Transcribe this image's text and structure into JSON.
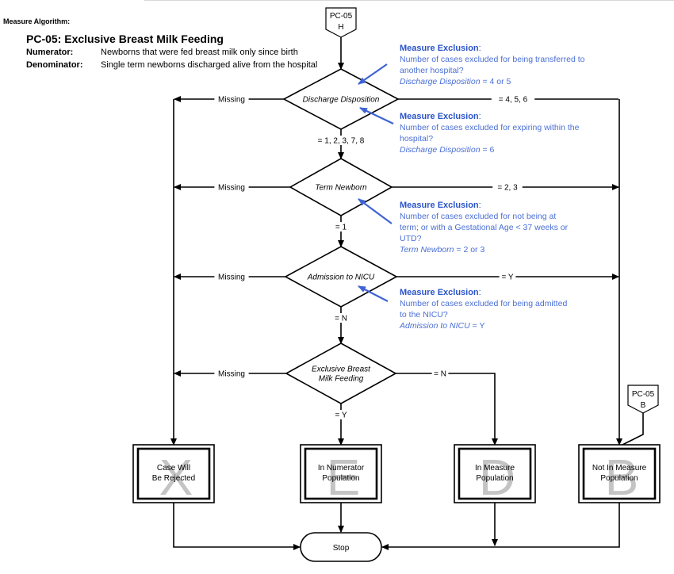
{
  "header": {
    "algorithm_label": "Measure Algorithm:",
    "measure_title": "PC-05:  Exclusive Breast Milk Feeding",
    "numerator_label": "Numerator:",
    "numerator_text": "Newborns that were fed breast milk only since birth",
    "denominator_label": "Denominator:",
    "denominator_text": "Single term newborns discharged alive from the hospital"
  },
  "connectors": {
    "top": {
      "line1": "PC-05",
      "line2": "H"
    },
    "right": {
      "line1": "PC-05",
      "line2": "B"
    }
  },
  "decisions": [
    {
      "label_lines": [
        "Discharge Disposition"
      ],
      "missing": "Missing",
      "right_edge": "= 4, 5, 6",
      "down_edge": "= 1, 2, 3, 7, 8"
    },
    {
      "label_lines": [
        "Term Newborn"
      ],
      "missing": "Missing",
      "right_edge": "= 2, 3",
      "down_edge": "= 1"
    },
    {
      "label_lines": [
        "Admission to NICU"
      ],
      "missing": "Missing",
      "right_edge": "= Y",
      "down_edge": "= N"
    },
    {
      "label_lines": [
        "Exclusive Breast",
        "Milk Feeding"
      ],
      "missing": "Missing",
      "right_edge": "= N",
      "down_edge": "= Y"
    }
  ],
  "outcomes": [
    {
      "letter": "X",
      "lines": [
        "Case Will",
        "Be Rejected"
      ]
    },
    {
      "letter": "E",
      "lines": [
        "In Numerator",
        "Population"
      ]
    },
    {
      "letter": "D",
      "lines": [
        "In Measure",
        "Population"
      ]
    },
    {
      "letter": "B",
      "lines": [
        "Not In Measure",
        "Population"
      ]
    }
  ],
  "stop_label": "Stop",
  "exclusions": [
    {
      "title": "Measure Exclusion",
      "colon": ":",
      "text_lines": [
        "Number of cases excluded for being transferred to",
        "another hospital?"
      ],
      "element": "Discharge Disposition",
      "value": " = 4 or 5"
    },
    {
      "title": "Measure Exclusion",
      "colon": ":",
      "text_lines": [
        "Number of cases excluded for expiring within the",
        "hospital?"
      ],
      "element": "Discharge Disposition",
      "value": " = 6"
    },
    {
      "title": "Measure Exclusion",
      "colon": ":",
      "text_lines": [
        "Number of cases excluded for not being at",
        "term; or with a Gestational Age < 37 weeks or",
        "UTD?"
      ],
      "element": "Term Newborn",
      "value": " = 2 or 3"
    },
    {
      "title": "Measure Exclusion",
      "colon": ":",
      "text_lines": [
        "Number of cases excluded for being admitted",
        "to the NICU?"
      ],
      "element": "Admission to NICU",
      "value": " = Y"
    }
  ],
  "colors": {
    "line": "#000000",
    "exclusion_text": "#4a6fd6",
    "exclusion_title": "#2b54c8",
    "watermark": "#c4c4c4"
  }
}
